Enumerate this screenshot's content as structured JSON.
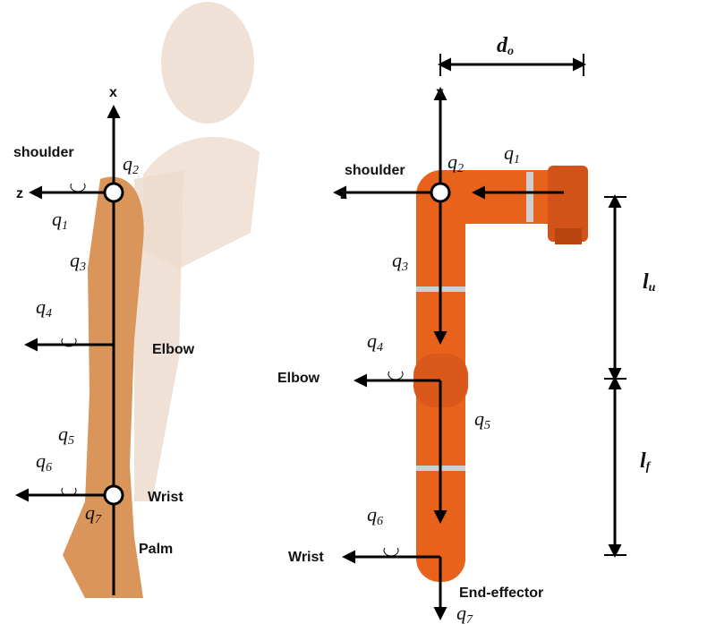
{
  "colors": {
    "robot": "#e8621c",
    "robot_dark": "#b84410",
    "skin": "#d9955a",
    "ghost": "#e9d2c4"
  },
  "left": {
    "x_label": "x",
    "z_label": "z",
    "shoulder": "shoulder",
    "elbow": "Elbow",
    "wrist": "Wrist",
    "palm": "Palm",
    "q1": {
      "base": "q",
      "sub": "1"
    },
    "q2": {
      "base": "q",
      "sub": "2"
    },
    "q3": {
      "base": "q",
      "sub": "3"
    },
    "q4": {
      "base": "q",
      "sub": "4"
    },
    "q5": {
      "base": "q",
      "sub": "5"
    },
    "q6": {
      "base": "q",
      "sub": "6"
    },
    "q7": {
      "base": "q",
      "sub": "7"
    }
  },
  "right": {
    "x_label": "x",
    "z_label": "z",
    "shoulder": "shoulder",
    "elbow": "Elbow",
    "wrist": "Wrist",
    "end_effector": "End-effector",
    "d_o": {
      "base": "d",
      "sub": "o"
    },
    "l_u": {
      "base": "l",
      "sub": "u"
    },
    "l_f": {
      "base": "l",
      "sub": "f"
    },
    "q1": {
      "base": "q",
      "sub": "1"
    },
    "q2": {
      "base": "q",
      "sub": "2"
    },
    "q3": {
      "base": "q",
      "sub": "3"
    },
    "q4": {
      "base": "q",
      "sub": "4"
    },
    "q5": {
      "base": "q",
      "sub": "5"
    },
    "q6": {
      "base": "q",
      "sub": "6"
    },
    "q7": {
      "base": "q",
      "sub": "7"
    }
  }
}
